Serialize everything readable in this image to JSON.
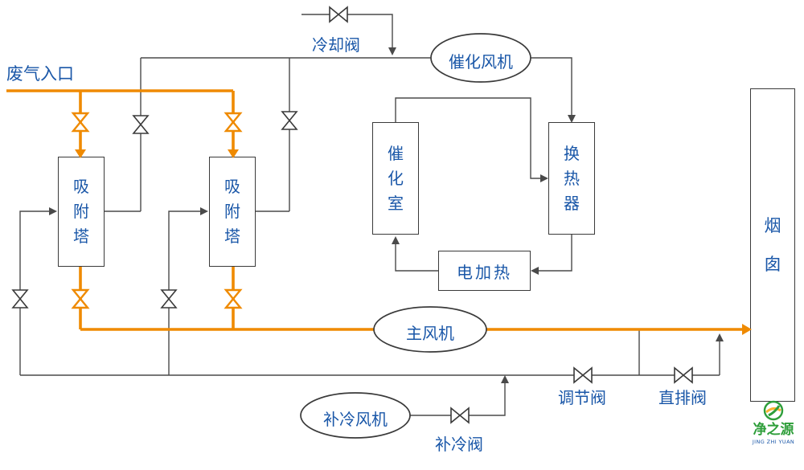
{
  "labels": {
    "inlet": "废气入口",
    "cooling_valve": "冷却阀",
    "aux_cooling_valve": "补冷阀",
    "regulating_valve": "调节阀",
    "direct_discharge_valve": "直排阀"
  },
  "equipment": {
    "catalytic_fan": "催化风机",
    "main_fan": "主风机",
    "aux_cooling_fan": "补冷风机",
    "adsorption_tower_1": "吸附塔",
    "adsorption_tower_2": "吸附塔",
    "catalytic_chamber": "催化室",
    "heat_exchanger": "换热器",
    "electric_heater": "电加热",
    "chimney": "烟囱"
  },
  "logo": {
    "name": "净之源",
    "subtitle": "JING ZHI YUAN",
    "icon": "globe-leaf-icon"
  },
  "colors": {
    "main_flow_orange": "#ef8a00",
    "pipe_gray": "#4a4a4a",
    "label_blue": "#1a57a8",
    "box_border": "#3a3a3a",
    "logo_green": "#2e9e3a"
  }
}
